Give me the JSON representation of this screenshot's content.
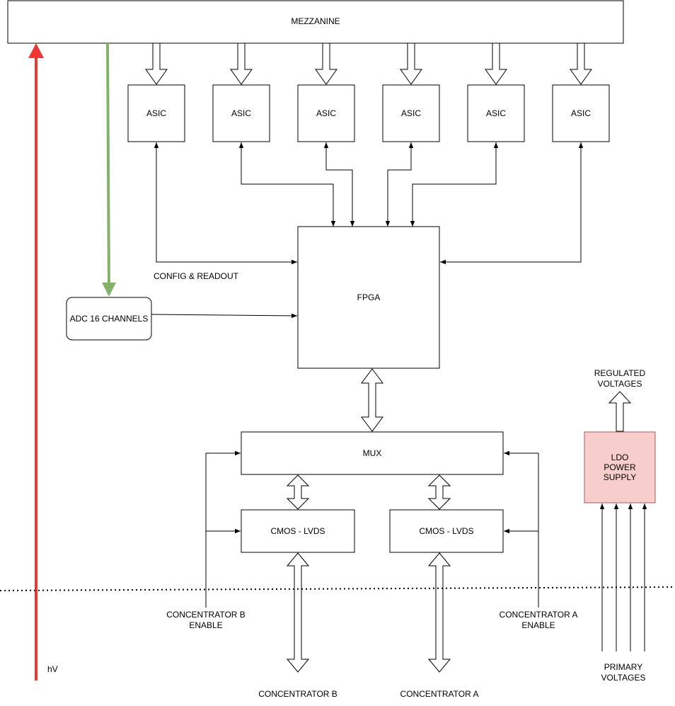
{
  "blocks": {
    "mezzanine": "MEZZANINE",
    "asic": [
      "ASIC",
      "ASIC",
      "ASIC",
      "ASIC",
      "ASIC",
      "ASIC"
    ],
    "fpga": "FPGA",
    "adc": "ADC 16 CHANNELS",
    "mux": "MUX",
    "cmos_lvds_b": "CMOS - LVDS",
    "cmos_lvds_a": "CMOS - LVDS",
    "ldo": [
      "LDO",
      "POWER",
      "SUPPLY"
    ]
  },
  "labels": {
    "config_readout": "CONFIG & READOUT",
    "regulated_voltages": [
      "REGULATED",
      "VOLTAGES"
    ],
    "concentrator_b_enable": [
      "CONCENTRATOR B",
      "ENABLE"
    ],
    "concentrator_a_enable": [
      "CONCENTRATOR A",
      "ENABLE"
    ],
    "hv": "hV",
    "primary_voltages": [
      "PRIMARY",
      "VOLTAGES"
    ],
    "concentrator_b": "CONCENTRATOR B",
    "concentrator_a": "CONCENTRATOR A"
  },
  "colors": {
    "hv_line": "#f03535",
    "adc_feed_line": "#82b366",
    "ldo_fill": "#f8cecc",
    "ldo_stroke": "#b85450"
  }
}
